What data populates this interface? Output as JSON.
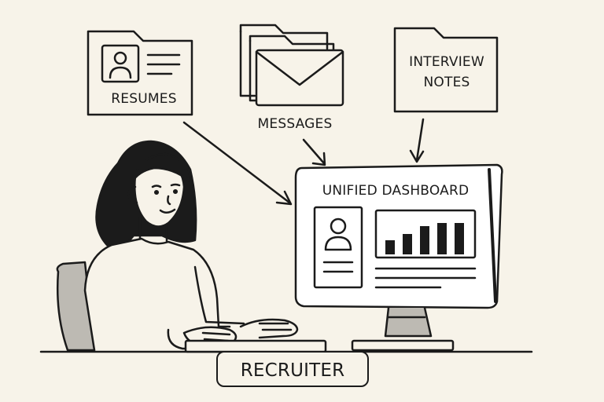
{
  "labels": {
    "resumes": "RESUMES",
    "messages": "MESSAGES",
    "interview_notes_line1": "INTERVIEW",
    "interview_notes_line2": "NOTES",
    "dashboard": "UNIFIED DASHBOARD",
    "recruiter": "RECRUITER"
  },
  "colors": {
    "background": "#f7f3e9",
    "ink": "#1b1b1b",
    "chair_fill": "#bdbab3",
    "screen_fill": "#ffffff"
  },
  "icons": [
    "resume-folder-icon",
    "envelope-icon",
    "notes-folder-icon",
    "person-icon",
    "bar-chart-icon",
    "arrow-icon"
  ]
}
